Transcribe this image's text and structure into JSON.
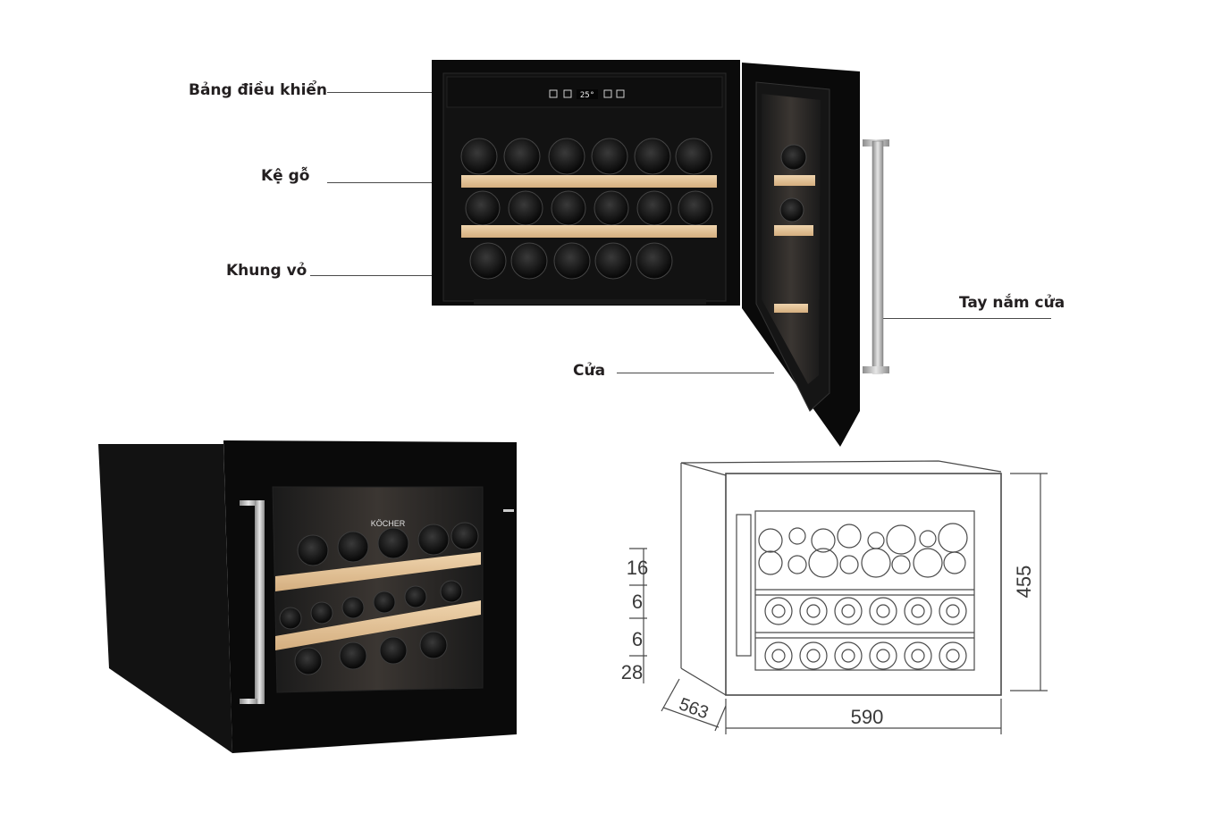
{
  "callouts": {
    "control_panel": "Bảng điều khiển",
    "wood_shelf": "Kệ gỗ",
    "cabinet_frame": "Khung vỏ",
    "door_handle": "Tay nắm cửa",
    "door": "Cửa"
  },
  "display": {
    "temperature": "25°"
  },
  "brand": "KÖCHER",
  "dimensions": {
    "height": "455",
    "width": "590",
    "depth": "563",
    "stack": [
      "16",
      "6",
      "6",
      "28"
    ]
  },
  "colors": {
    "cabinet": "#0b0b0b",
    "shelf_wood": "#e3c49b",
    "handle_steel": "#b9b9b9",
    "label_text": "#231f20"
  }
}
